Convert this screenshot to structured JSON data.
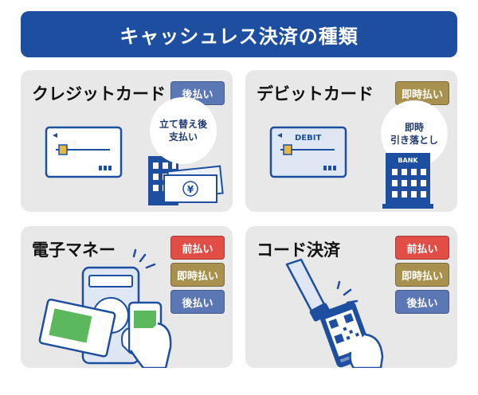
{
  "title": "キャッシュレス決済の種類",
  "colors": {
    "header": "#1e4ea0",
    "post_pay": "#5b78b4",
    "instant_pay": "#a8914f",
    "prepay": "#e04e46"
  },
  "cards": [
    {
      "title": "クレジットカード",
      "badges": [
        "後払い"
      ],
      "bubble": [
        "立て替え後",
        "支払い"
      ]
    },
    {
      "title": "デビットカード",
      "badges": [
        "即時払い"
      ],
      "bubble": [
        "即時",
        "引き落とし"
      ],
      "card_label": "DEBIT",
      "building_label": "BANK"
    },
    {
      "title": "電子マネー",
      "badges": [
        "前払い",
        "即時払い",
        "後払い"
      ]
    },
    {
      "title": "コード決済",
      "badges": [
        "前払い",
        "即時払い",
        "後払い"
      ]
    }
  ],
  "yen_symbol": "¥"
}
